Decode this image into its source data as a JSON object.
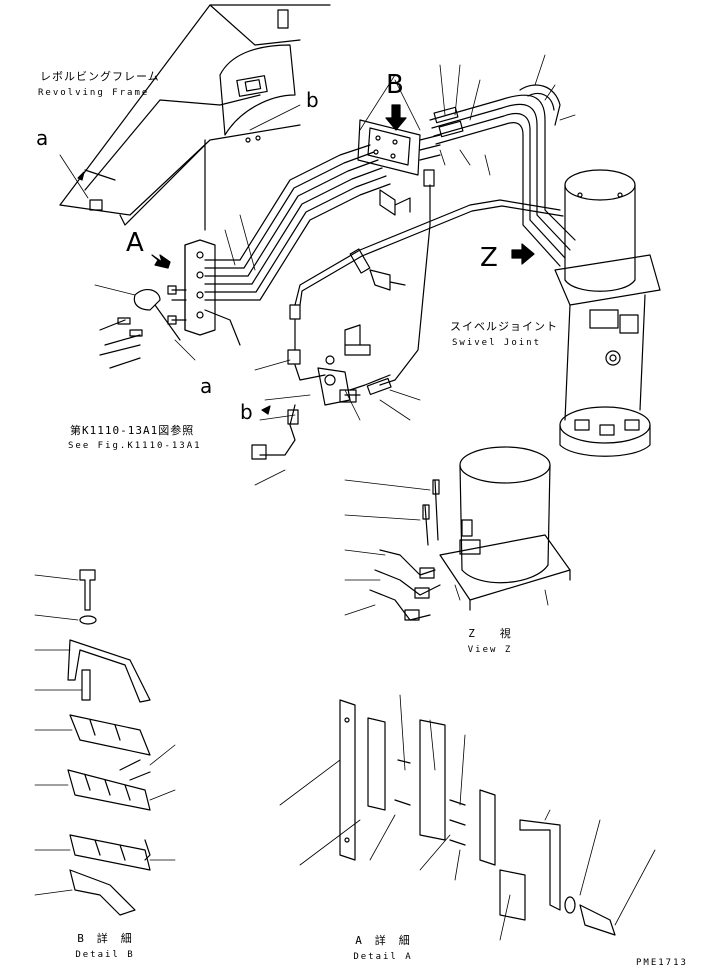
{
  "callouts": {
    "revolving_frame_jp": "レボルビングフレーム",
    "revolving_frame_en": "Revolving Frame",
    "swivel_joint_jp": "スイベルジョイント",
    "swivel_joint_en": "Swivel Joint",
    "see_fig_jp": "第K1110-13A1図参照",
    "see_fig_en": "See Fig.K1110-13A1"
  },
  "view_letters": {
    "a_upper": "a",
    "a_lower": "a",
    "A": "A",
    "B": "B",
    "b_upper": "b",
    "b_lower": "b",
    "Z": "Z"
  },
  "views": {
    "view_z_jp": "Z　　視",
    "view_z_en": "View Z",
    "detail_b_jp": "B　詳　細",
    "detail_b_en": "Detail B",
    "detail_a_jp": "A　詳　細",
    "detail_a_en": "Detail A"
  },
  "figure_code": "PME1713"
}
